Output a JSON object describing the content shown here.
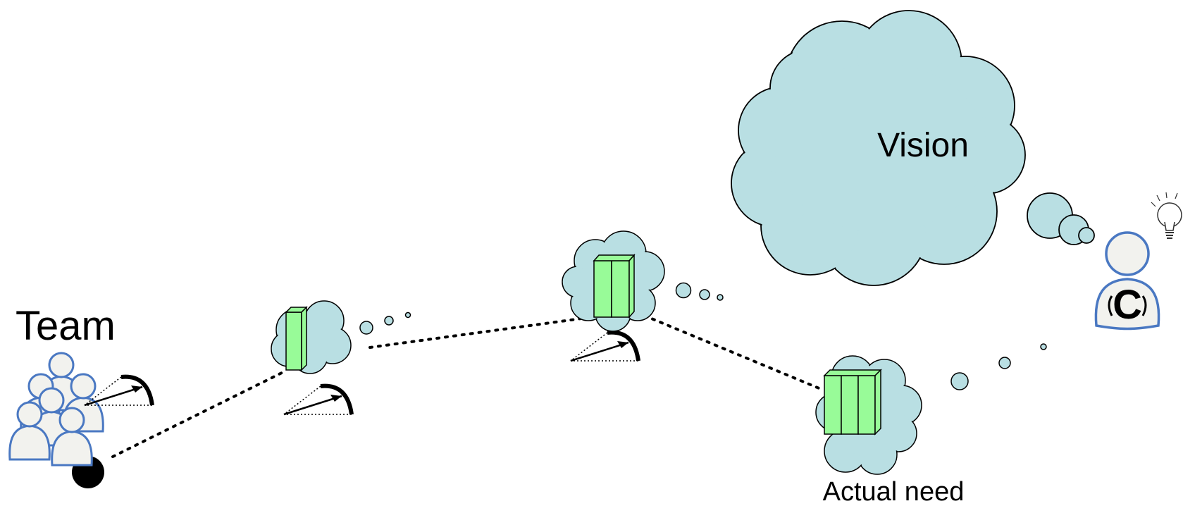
{
  "labels": {
    "team": "Team",
    "vision": "Vision",
    "actual_need": "Actual need",
    "customer_badge": "C"
  },
  "colors": {
    "cloud_fill": "#b9dfe3",
    "block_fill": "#98fb98",
    "person_outline": "#4a78c2",
    "person_fill": "#f2f2ee",
    "path": "#000000"
  },
  "icons": [
    "person-icon",
    "bow-icon",
    "lightbulb-icon",
    "feature-block-icon",
    "cloud-icon",
    "start-dot-icon"
  ]
}
